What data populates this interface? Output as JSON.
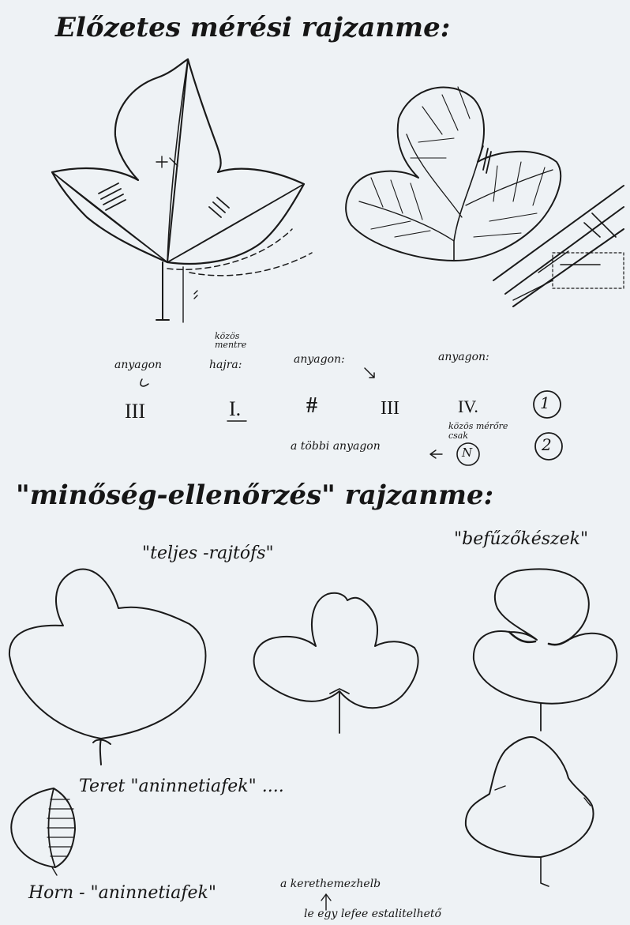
{
  "header": {
    "title": "Előzetes mérési rajzanme:"
  },
  "legend": {
    "label_1": "anyagon",
    "label_2": "közös mentre",
    "label_3": "hajra:",
    "label_4": "anyagon:",
    "label_5": "anyagon:",
    "mark_1": "III",
    "mark_2": "I.",
    "mark_3": "#",
    "mark_4": "III",
    "mark_5": "IV.",
    "circle_1": "1",
    "circle_2": "2",
    "note_left": "a többi anyagon",
    "note_right": "közös mérőre csak",
    "circle_n": "N"
  },
  "section2": {
    "title": "\"minőség-ellenőrzés\" rajzanme:",
    "caption_left": "\"teljes -rajtófs\"",
    "caption_right": "\"befűzőkészek\""
  },
  "bottom": {
    "line1": "Teret \"aninnetiafek\" ....",
    "line2": "Horn - \"aninnetiafek\"",
    "line3": "a kerethemezhelb",
    "line4": "le egy lefee estalitelhető"
  },
  "colors": {
    "paper": "#eef2f5",
    "ink": "#1a1a1a"
  }
}
